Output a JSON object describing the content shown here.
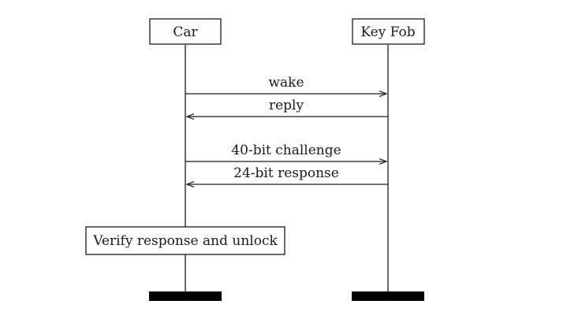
{
  "colors": {
    "ink": "#1a1a1a",
    "background": "#ffffff"
  },
  "participants": [
    {
      "id": "car",
      "label": "Car"
    },
    {
      "id": "keyfob",
      "label": "Key Fob"
    }
  ],
  "messages": [
    {
      "from": "car",
      "to": "keyfob",
      "label": "wake"
    },
    {
      "from": "keyfob",
      "to": "car",
      "label": "reply"
    },
    {
      "from": "car",
      "to": "keyfob",
      "label": "40-bit challenge"
    },
    {
      "from": "keyfob",
      "to": "car",
      "label": "24-bit response"
    }
  ],
  "note": {
    "on": "car",
    "label": "Verify response and unlock"
  }
}
